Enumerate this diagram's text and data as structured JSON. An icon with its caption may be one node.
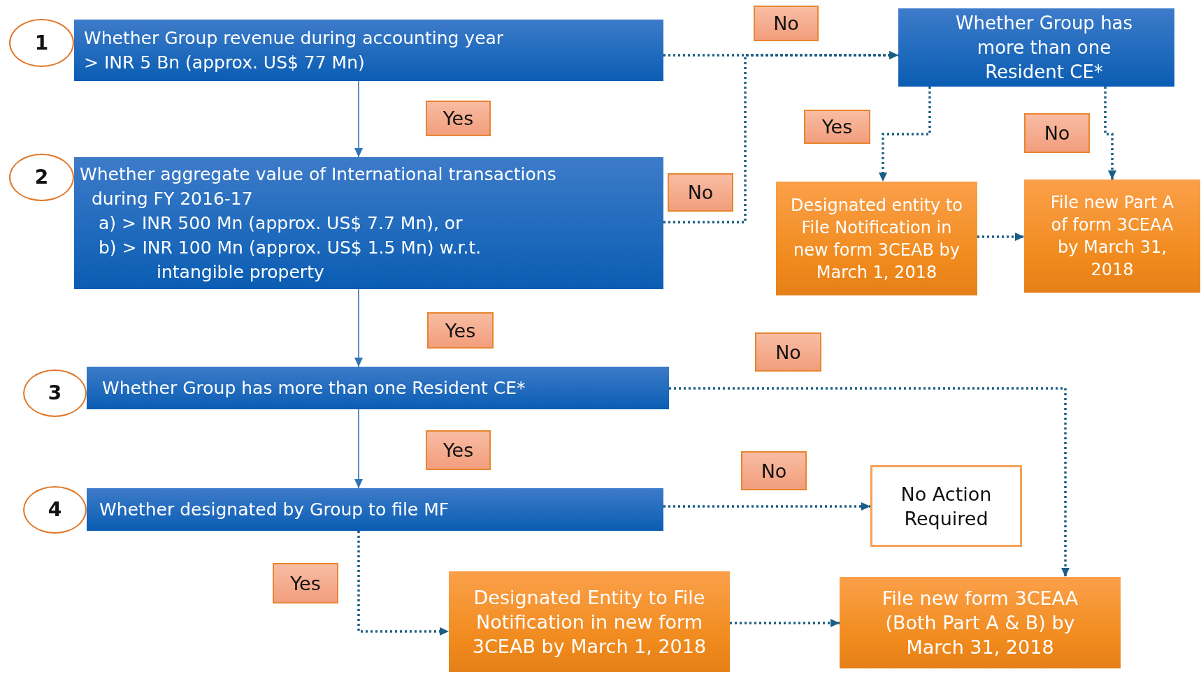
{
  "diagram": {
    "nodes": [
      {
        "text": [
          "1"
        ]
      },
      {
        "text": [
          "Whether Group revenue during accounting year > INR 5 Bn (approx. US$ 77 Mn)"
        ]
      },
      {
        "text": [
          "Whether Group has more than one Resident CE*"
        ]
      },
      {
        "text": [
          "2"
        ]
      },
      {
        "text": [
          "Whether aggregate value of International transactions during FY 2016-17",
          "a) > INR 500 Mn (approx. US$ 7.7 Mn), or",
          "b) > INR 100 Mn (approx. US$ 1.5 Mn) w.r.t. intangible property"
        ]
      },
      {
        "text": [
          "Designated entity to File Notification in new form 3CEAB by March 1, 2018"
        ]
      },
      {
        "text": [
          "File new Part A of form 3CEAA by March 31, 2018"
        ]
      },
      {
        "text": [
          "3"
        ]
      },
      {
        "text": [
          "Whether Group has more than one Resident CE*"
        ]
      },
      {
        "text": [
          "4"
        ]
      },
      {
        "text": [
          "Whether designated by Group to file MF"
        ]
      },
      {
        "text": [
          "No Action Required"
        ]
      },
      {
        "text": [
          "Designated Entity to File Notification in new form 3CEAB by March 1, 2018"
        ]
      },
      {
        "text": [
          "File new form 3CEAA (Both Part A & B) by March 31, 2018"
        ]
      }
    ],
    "edges": [
      {
        "from": 1,
        "to": 2,
        "arrow": "to",
        "label": "No",
        "style": "dashed"
      },
      {
        "from": 1,
        "to": 4,
        "arrow": "to",
        "label": "Yes",
        "color": "#2e75b6"
      },
      {
        "from": 4,
        "to": 2,
        "arrow": "to",
        "label": "No",
        "style": "dashed"
      },
      {
        "from": 2,
        "to": 5,
        "arrow": "to",
        "label": "Yes",
        "style": "dashed"
      },
      {
        "from": 2,
        "to": 6,
        "arrow": "to",
        "label": "No",
        "style": "dashed"
      },
      {
        "from": 5,
        "to": 6,
        "arrow": "to",
        "style": "dashed"
      },
      {
        "from": 4,
        "to": 8,
        "arrow": "to",
        "label": "Yes",
        "color": "#2e75b6"
      },
      {
        "from": 8,
        "to": 13,
        "arrow": "to",
        "label": "No",
        "style": "dashed"
      },
      {
        "from": 8,
        "to": 10,
        "arrow": "to",
        "label": "Yes",
        "color": "#2e75b6"
      },
      {
        "from": 10,
        "to": 11,
        "arrow": "to",
        "label": "No",
        "style": "dashed"
      },
      {
        "from": 10,
        "to": 12,
        "arrow": "to",
        "label": "Yes",
        "style": "dashed"
      },
      {
        "from": 12,
        "to": 13,
        "arrow": "to",
        "style": "dashed"
      }
    ]
  }
}
